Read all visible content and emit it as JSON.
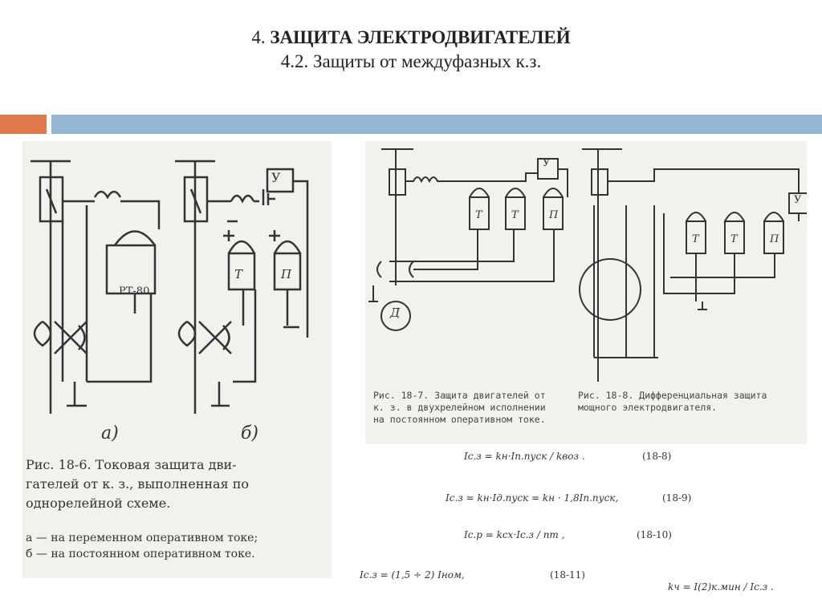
{
  "title": {
    "line1_prefix": "4. ",
    "line1_bold": "ЗАЩИТА ЭЛЕКТРОДВИГАТЕЛЕЙ",
    "line2": "4.2. Защиты от междуфазных к.з."
  },
  "fig_18_6": {
    "label_a": "а)",
    "label_b": "б)",
    "relay_rt": "РТ-80",
    "relay_t": "Т",
    "relay_p": "П",
    "block_u": "У",
    "caption": [
      "Рис. 18-6. Токовая защита дви-",
      "гателей от к. з., выполненная по",
      "однорелейной схеме."
    ],
    "notes": [
      "а — на переменном оперативном токе;",
      "б — на постоянном оперативном токе."
    ]
  },
  "fig_18_7": {
    "relay_t": "Т",
    "relay_t2": "Т",
    "relay_p": "П",
    "block_u": "У",
    "motor": "Д",
    "caption": [
      "Рис. 18-7. Защита двигателей от",
      "к. з. в двухрелейном исполнении",
      "на постоянном оперативном токе."
    ]
  },
  "fig_18_8": {
    "relay_t": "Т",
    "relay_t2": "Т",
    "relay_p": "П",
    "block_u": "У",
    "caption": [
      "Рис. 18-8. Дифференциальная защита",
      "мощного электродвигателя."
    ]
  },
  "formulas": [
    {
      "text": "Iс.з = kн·Iп.пуск / kвоз .",
      "num": "(18-8)"
    },
    {
      "text": "Iс.з = kн·Iд.пуск = kн · 1,8Iп.пуск,",
      "num": "(18-9)"
    },
    {
      "text": "Iс.р = kсх·Iс.з / nт ,",
      "num": "(18-10)"
    },
    {
      "text": "Iс.з = (1,5 ÷ 2) Iном,",
      "num": "(18-11)"
    },
    {
      "text": "kч = I(2)к.мин / Iс.з .",
      "num": ""
    }
  ]
}
